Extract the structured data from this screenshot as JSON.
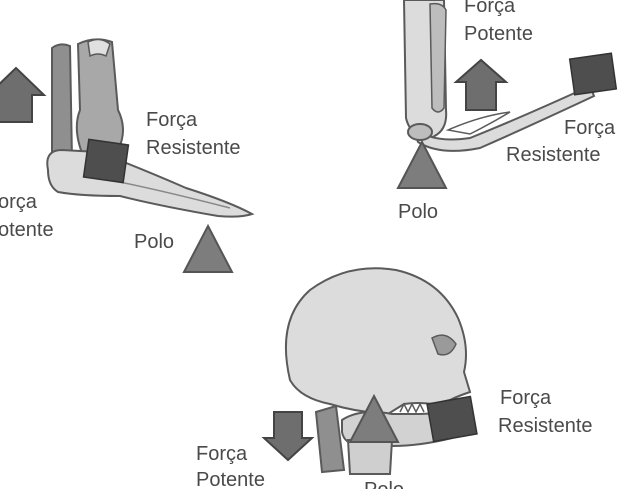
{
  "foot": {
    "resistente_line1": "Força",
    "resistente_line2": "Resistente",
    "potente_line1": "orça",
    "potente_line2": "otente",
    "polo": "Polo"
  },
  "arm": {
    "potente_line1": "Força",
    "potente_line2": "Potente",
    "resistente_line1": "Força",
    "resistente_line2": "Resistente",
    "polo": "Polo"
  },
  "skull": {
    "resistente_line1": "Força",
    "resistente_line2": "Resistente",
    "potente_line1": "Força",
    "potente_line2": "Potente",
    "polo": "Polo"
  },
  "colors": {
    "bone_light": "#dcdcdc",
    "bone_mid": "#bdbdbd",
    "bone_dark": "#8f8f8f",
    "outline": "#5a5a5a",
    "force_box": "#4e4e4e",
    "arrow": "#6e6e6e",
    "triangle": "#7d7d7d",
    "text": "#4a4a4a"
  }
}
